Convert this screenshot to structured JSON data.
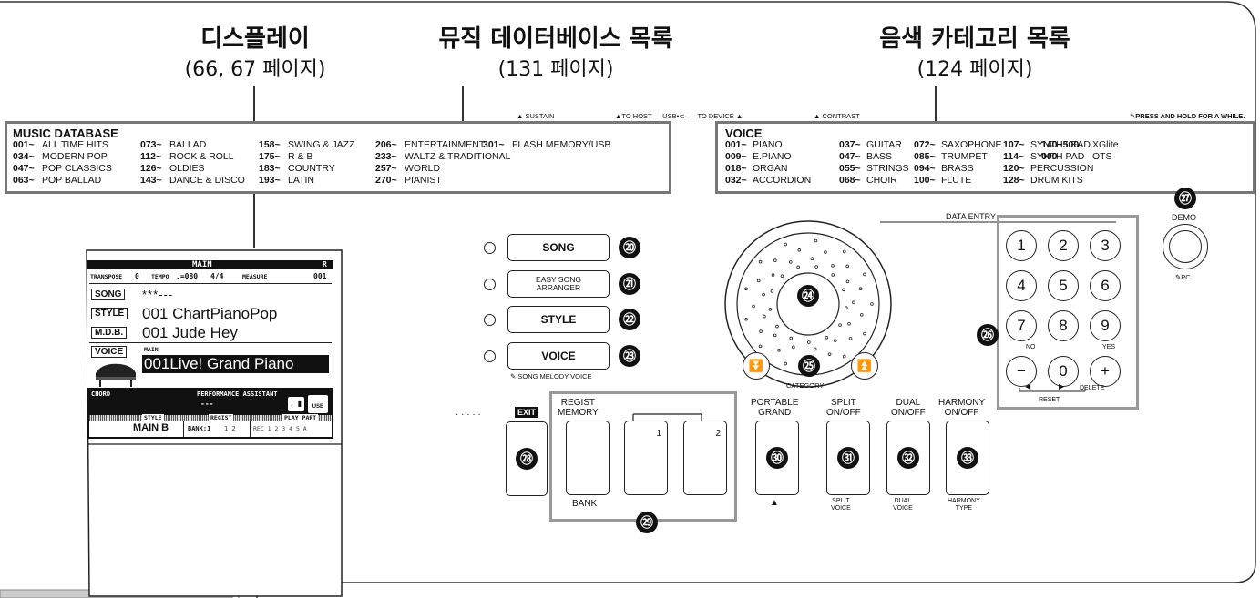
{
  "callouts": {
    "display": {
      "title": "디스플레이",
      "page": "(66, 67 페이지)"
    },
    "music_db": {
      "title": "뮤직 데이터베이스 목록",
      "page": "(131 페이지)"
    },
    "voice_cat": {
      "title": "음색 카테고리 목록",
      "page": "(124 페이지)"
    }
  },
  "top_labels": {
    "sustain": "▲ SUSTAIN",
    "usb": "▲TO HOST — USB•⊂· — TO DEVICE ▲",
    "contrast": "▲ CONTRAST",
    "press_hold": "PRESS AND HOLD FOR A WHILE."
  },
  "music_database": {
    "title": "MUSIC DATABASE",
    "columns": [
      [
        [
          "001~",
          "ALL TIME HITS"
        ],
        [
          "034~",
          "MODERN POP"
        ],
        [
          "047~",
          "POP CLASSICS"
        ],
        [
          "063~",
          "POP BALLAD"
        ]
      ],
      [
        [
          "073~",
          "BALLAD"
        ],
        [
          "112~",
          "ROCK & ROLL"
        ],
        [
          "126~",
          "OLDIES"
        ],
        [
          "143~",
          "DANCE & DISCO"
        ]
      ],
      [
        [
          "158~",
          "SWING & JAZZ"
        ],
        [
          "175~",
          "R & B"
        ],
        [
          "183~",
          "COUNTRY"
        ],
        [
          "193~",
          "LATIN"
        ]
      ],
      [
        [
          "206~",
          "ENTERTAINMENT"
        ],
        [
          "233~",
          "WALTZ & TRADITIONAL"
        ],
        [
          "257~",
          "WORLD"
        ],
        [
          "270~",
          "PIANIST"
        ]
      ],
      [
        [
          "301~",
          "FLASH MEMORY/USB"
        ]
      ]
    ]
  },
  "voice": {
    "title": "VOICE",
    "columns": [
      [
        [
          "001~",
          "PIANO"
        ],
        [
          "009~",
          "E.PIANO"
        ],
        [
          "018~",
          "ORGAN"
        ],
        [
          "032~",
          "ACCORDION"
        ]
      ],
      [
        [
          "037~",
          "GUITAR"
        ],
        [
          "047~",
          "BASS"
        ],
        [
          "055~",
          "STRINGS"
        ],
        [
          "068~",
          "CHOIR"
        ]
      ],
      [
        [
          "072~",
          "SAXOPHONE"
        ],
        [
          "085~",
          "TRUMPET"
        ],
        [
          "094~",
          "BRASS"
        ],
        [
          "100~",
          "FLUTE"
        ]
      ],
      [
        [
          "107~",
          "SYNTH LEAD"
        ],
        [
          "114~",
          "SYNTH PAD"
        ],
        [
          "120~",
          "PERCUSSION"
        ],
        [
          "128~",
          "DRUM KITS"
        ]
      ],
      [
        [
          "140~500",
          "XGlite"
        ],
        [
          "000",
          "OTS"
        ]
      ]
    ]
  },
  "lcd": {
    "header": "MAIN",
    "r_badge": "R",
    "transpose_label": "TRANSPOSE",
    "transpose_val": "0",
    "tempo_label": "TEMPO",
    "tempo_val": "♩=080",
    "time_sig": "4/4",
    "measure_label": "MEASURE",
    "measure_val": "001",
    "song_tag": "SONG",
    "song_val": "***---",
    "style_tag": "STYLE",
    "style_val": "001 ChartPianoPop",
    "mdb_tag": "M.D.B.",
    "mdb_val": "001 Jude Hey",
    "voice_tag": "VOICE",
    "voice_sub": "MAIN",
    "voice_val": "001Live! Grand Piano",
    "chord_label": "CHORD",
    "chord_val": "---",
    "perf_label": "PERFORMANCE ASSISTANT",
    "usb_icon": "USB",
    "style_col": "STYLE",
    "regist_col": "REGIST",
    "playpart_col": "PLAY PART",
    "style_main": "MAIN B",
    "bank": "BANK:1",
    "regist_nums": "1 2",
    "rec_nums": "REC 1 2 3 4 5 A"
  },
  "buttons": {
    "song": "SONG",
    "easy_song_1": "EASY SONG",
    "easy_song_2": "ARRANGER",
    "style": "STYLE",
    "voice": "VOICE",
    "song_melody_voice": "SONG MELODY VOICE",
    "data_entry": "DATA ENTRY",
    "category": "CATEGORY",
    "demo": "DEMO",
    "pc": "PC",
    "exit": "EXIT",
    "regist_memory_1": "REGIST",
    "regist_memory_2": "MEMORY",
    "bank": "BANK",
    "m1": "1",
    "m2": "2",
    "portable_grand_1": "PORTABLE",
    "portable_grand_2": "GRAND",
    "split_1": "SPLIT",
    "split_2": "ON/OFF",
    "split_sub_1": "SPLIT",
    "split_sub_2": "VOICE",
    "dual_1": "DUAL",
    "dual_2": "ON/OFF",
    "dual_sub_1": "DUAL",
    "dual_sub_2": "VOICE",
    "harmony_1": "HARMONY",
    "harmony_2": "ON/OFF",
    "harmony_sub_1": "HARMONY",
    "harmony_sub_2": "TYPE",
    "no": "NO",
    "yes": "YES",
    "delete": "DELETE",
    "reset": "RESET",
    "dots": "· · · · ·"
  },
  "keypad": [
    "1",
    "2",
    "3",
    "4",
    "5",
    "6",
    "7",
    "8",
    "9",
    "−",
    "0",
    "+"
  ],
  "numbers": {
    "n20": "⑳",
    "n21": "㉑",
    "n22": "㉒",
    "n23": "㉓",
    "n24": "㉔",
    "n25": "㉕",
    "n26": "㉖",
    "n27": "㉗",
    "n28": "㉘",
    "n29": "㉙",
    "n30": "㉚",
    "n31": "㉛",
    "n32": "㉜",
    "n33": "㉝"
  },
  "colors": {
    "panel_border": "#777777",
    "frame": "#888888"
  }
}
